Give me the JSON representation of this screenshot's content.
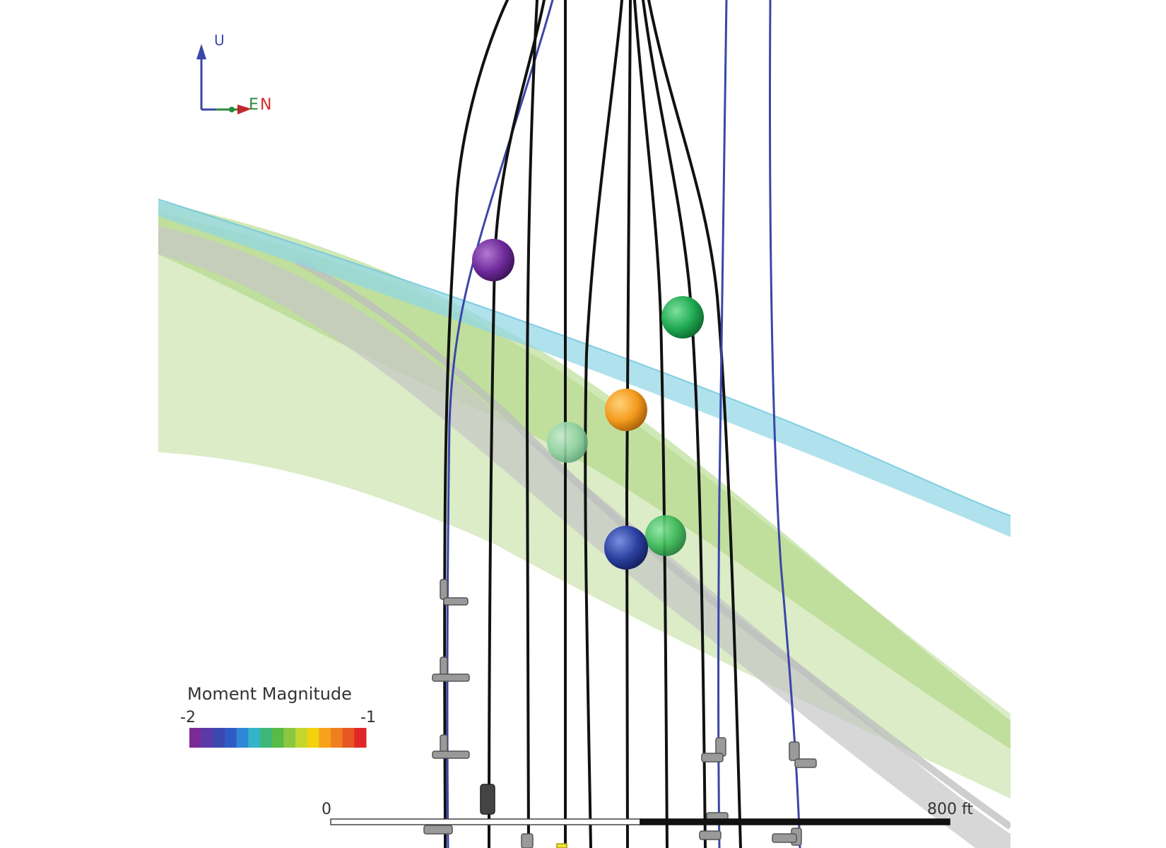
{
  "axes_triad": {
    "up_label": "U",
    "east_label": "E",
    "north_label": "N"
  },
  "legend": {
    "title": "Moment Magnitude",
    "min_label": "-2",
    "max_label": "-1",
    "colors": [
      "#7b2a96",
      "#5a3aa8",
      "#3b48b0",
      "#2f5cc4",
      "#2f88d6",
      "#35b3c9",
      "#3cb878",
      "#57bb46",
      "#8dc63f",
      "#c3d62f",
      "#f2d10f",
      "#f7a21b",
      "#f07f20",
      "#e85624",
      "#e02727"
    ]
  },
  "scale_bar": {
    "start_label": "0",
    "end_label": "800 ft"
  },
  "events": [
    {
      "id": "ev1",
      "color": "#6f2a9c"
    },
    {
      "id": "ev2",
      "color": "#1faa52"
    },
    {
      "id": "ev3",
      "color": "#f39a1c"
    },
    {
      "id": "ev4",
      "color": "#6cc489"
    },
    {
      "id": "ev5",
      "color": "#3ab857"
    },
    {
      "id": "ev6",
      "color": "#2a3f9e"
    }
  ],
  "colors": {
    "well_black": "#111111",
    "well_blue": "#3a46a8",
    "fault_cyan": "#8fd6e6",
    "fault_green": "#b5d98a",
    "fault_gray": "#c8c8c8"
  }
}
